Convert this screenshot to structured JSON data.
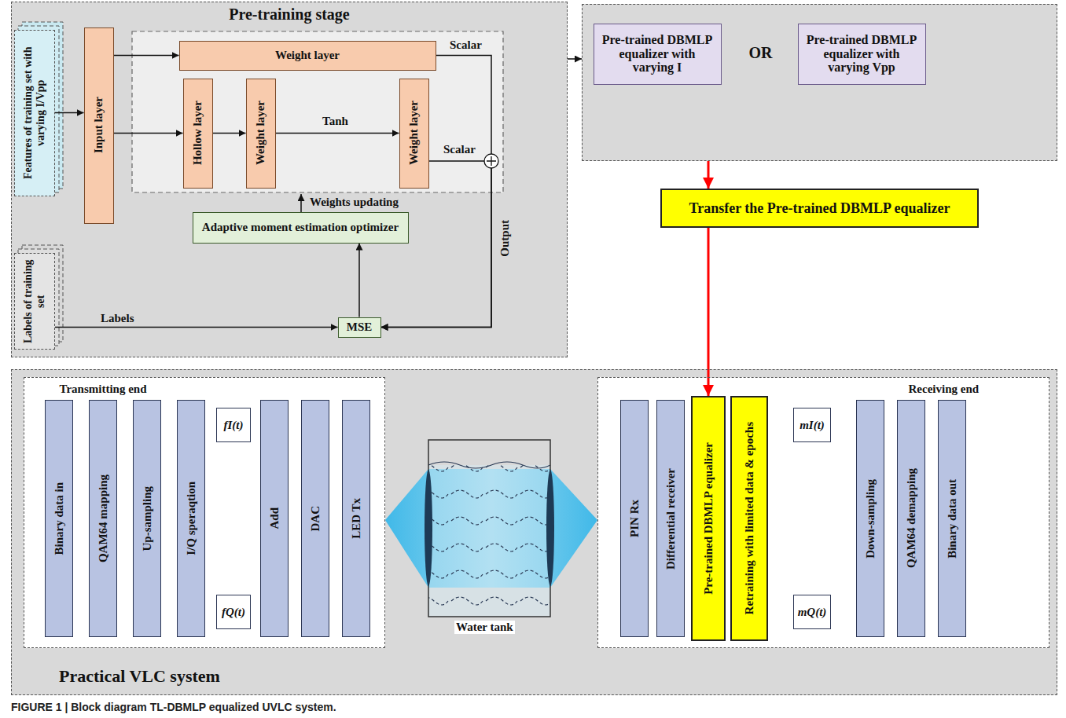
{
  "diagram": {
    "caption": "FIGURE 1 | Block diagram TL-DBMLP equalized UVLC system.",
    "nodes": [
      {
        "text": [
          "Pre-training stage"
        ]
      },
      {
        "text": [
          "Features of training set with varying I/Vpp"
        ],
        "in": 0
      },
      {
        "text": [
          "Input layer"
        ],
        "in": 0
      },
      {
        "text": [
          "Weight layer"
        ],
        "in": 0
      },
      {
        "text": [
          "Hollow layer"
        ],
        "in": 0
      },
      {
        "text": [
          "Weight layer"
        ],
        "in": 0
      },
      {
        "text": [
          "Weight layer"
        ],
        "in": 0
      },
      {
        "text": [
          "Adaptive moment estimation optimizer"
        ],
        "in": 0
      },
      {
        "text": [
          "Labels of training set"
        ],
        "in": 0
      },
      {
        "text": [
          "MSE"
        ],
        "in": 0
      },
      {
        "text": [
          "OR"
        ]
      },
      {
        "text": [
          "Pre-trained DBMLP equalizer with varying I"
        ],
        "in": 10
      },
      {
        "text": [
          "Pre-trained DBMLP equalizer with varying Vpp"
        ],
        "in": 10
      },
      {
        "text": [
          "Transfer the Pre-trained DBMLP equalizer"
        ]
      },
      {
        "text": [
          "Practical VLC system"
        ]
      },
      {
        "text": [
          "Transmitting end"
        ],
        "in": 14
      },
      {
        "text": [
          "Binary data in"
        ],
        "in": 15
      },
      {
        "text": [
          "QAM64 mapping"
        ],
        "in": 15
      },
      {
        "text": [
          "Up-sampling"
        ],
        "in": 15
      },
      {
        "text": [
          "I/Q speraqtion"
        ],
        "in": 15
      },
      {
        "text": [
          "fI(t)"
        ],
        "in": 15
      },
      {
        "text": [
          "fQ(t)"
        ],
        "in": 15
      },
      {
        "text": [
          "Add"
        ],
        "in": 15
      },
      {
        "text": [
          "DAC"
        ],
        "in": 15
      },
      {
        "text": [
          "LED Tx"
        ],
        "in": 15
      },
      {
        "text": [
          "Receiving end"
        ],
        "in": 14
      },
      {
        "text": [
          "PIN Rx"
        ],
        "in": 25
      },
      {
        "text": [
          "Differential receiver"
        ],
        "in": 25
      },
      {
        "text": [
          "Pre-trained DBMLP equalizer"
        ],
        "in": 25
      },
      {
        "text": [
          "Retraining with limited data & epochs"
        ],
        "in": 25
      },
      {
        "text": [
          "mI(t)"
        ],
        "in": 25
      },
      {
        "text": [
          "mQ(t)"
        ],
        "in": 25
      },
      {
        "text": [
          "Down-sampling"
        ],
        "in": 25
      },
      {
        "text": [
          "QAM64 demapping"
        ],
        "in": 25
      },
      {
        "text": [
          "Binary data out"
        ],
        "in": 25
      }
    ],
    "edges": [
      {
        "from": 1,
        "to": 2,
        "arrow": "to"
      },
      {
        "from": 2,
        "to": 3,
        "arrow": "to"
      },
      {
        "from": 2,
        "to": 4,
        "arrow": "to"
      },
      {
        "from": 4,
        "to": 5,
        "arrow": "to"
      },
      {
        "from": 5,
        "to": 6,
        "label": "Tanh",
        "arrow": "to"
      },
      {
        "from": 3,
        "to": 9,
        "label": "Scalar",
        "arrow": "to"
      },
      {
        "from": 6,
        "to": 9,
        "label": "Scalar",
        "arrow": "to"
      },
      {
        "from": 9,
        "to": 7,
        "arrow": "to"
      },
      {
        "from": 8,
        "to": 9,
        "label": "Labels",
        "arrow": "to"
      },
      {
        "from": 0,
        "to": 10,
        "arrow": "to"
      },
      {
        "from": 10,
        "to": 13,
        "arrow": "to"
      },
      {
        "from": 13,
        "to": 28,
        "arrow": "to"
      }
    ],
    "labels": [
      "Weights updating",
      "Output",
      "Water tank"
    ]
  }
}
